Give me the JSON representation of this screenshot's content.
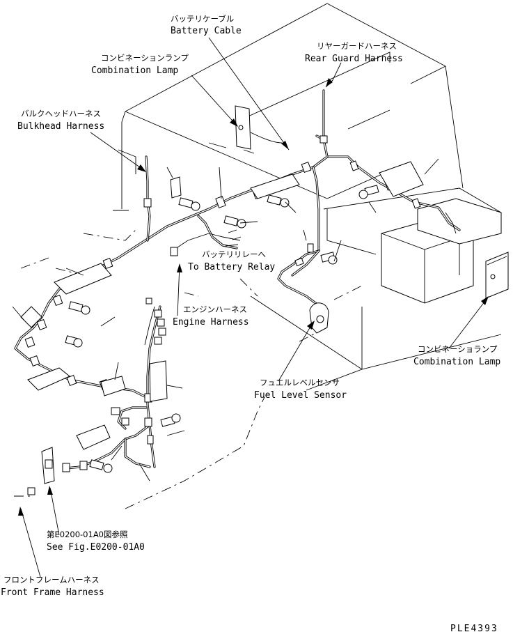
{
  "labels": {
    "battery_cable": {
      "jp": "バッテリケーブル",
      "en": "Battery Cable"
    },
    "rear_guard_harness": {
      "jp": "リヤーガードハーネス",
      "en": "Rear Guard Harness"
    },
    "combination_lamp_top": {
      "jp": "コンビネーションランプ",
      "en": "Combination Lamp"
    },
    "bulkhead_harness": {
      "jp": "バルクヘッドハーネス",
      "en": "Bulkhead Harness"
    },
    "to_battery_relay": {
      "jp": "バッテリリレーへ",
      "en": "To Battery Relay"
    },
    "engine_harness": {
      "jp": "エンジンハーネス",
      "en": "Engine Harness"
    },
    "combination_lamp_right": {
      "jp": "コンビネーショランプ",
      "en": "Combination Lamp"
    },
    "fuel_level_sensor": {
      "jp": "フュエルレベルセンサ",
      "en": "Fuel Level Sensor"
    },
    "see_fig": {
      "jp": "第E0200-01A0図参照",
      "en": "See Fig.E0200-01A0"
    },
    "front_frame_harness": {
      "jp": "フロントフレームハーネス",
      "en": "Front Frame Harness"
    }
  },
  "drawing_number": "PLE4393"
}
